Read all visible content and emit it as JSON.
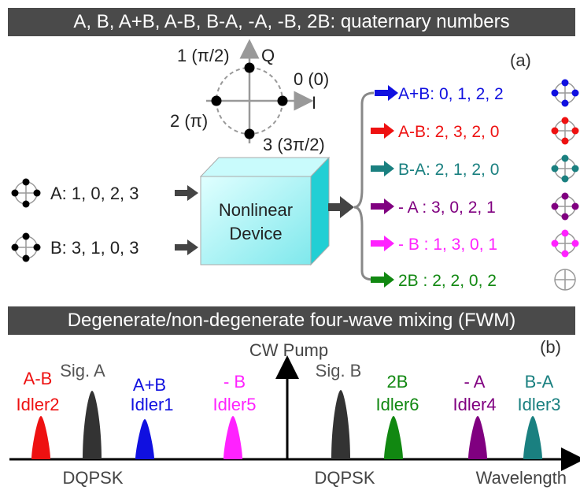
{
  "header_a": "A, B, A+B, A-B, B-A, -A, -B, 2B:  quaternary numbers",
  "header_b": "Degenerate/non-degenerate four-wave mixing (FWM)",
  "constellation": {
    "axis_i": "I",
    "axis_q": "Q",
    "p0": "0 (0)",
    "p1": "1 (π/2)",
    "p2": "2 (π)",
    "p3": "3 (3π/2)"
  },
  "panel_a_label": "(a)",
  "panel_b_label": "(b)",
  "inputs": [
    {
      "label": "A: 1, 0, 2, 3"
    },
    {
      "label": "B: 3, 1, 0, 3"
    }
  ],
  "device": {
    "line1": "Nonlinear",
    "line2": "Device"
  },
  "outputs": [
    {
      "label": "A+B: 0, 1, 2, 2",
      "color": "#1010e0"
    },
    {
      "label": "A-B: 2, 3, 2, 0",
      "color": "#ee1111"
    },
    {
      "label": "B-A: 2, 1, 2, 0",
      "color": "#1a8080"
    },
    {
      "label": "- A : 3, 0, 2, 1",
      "color": "#800080"
    },
    {
      "label": "- B : 1, 3, 0, 1",
      "color": "#ff22ff"
    },
    {
      "label": "2B : 2, 2, 0, 2",
      "color": "#118811"
    }
  ],
  "spectrum": {
    "pump_label": "CW Pump",
    "wavelength_label": "Wavelength",
    "lines": [
      {
        "top": "A-B",
        "bottom": "Idler2",
        "color": "#ee1111"
      },
      {
        "top": "Sig. A",
        "bottom": "",
        "color": "#333333"
      },
      {
        "top": "A+B",
        "bottom": "Idler1",
        "color": "#1010e0"
      },
      {
        "top": "- B",
        "bottom": "Idler5",
        "color": "#ff22ff"
      },
      {
        "top": "Sig. B",
        "bottom": "",
        "color": "#333333"
      },
      {
        "top": "2B",
        "bottom": "Idler6",
        "color": "#118811"
      },
      {
        "top": "- A",
        "bottom": "Idler4",
        "color": "#800080"
      },
      {
        "top": "B-A",
        "bottom": "Idler3",
        "color": "#1a8080"
      }
    ],
    "format_labels": [
      "DQPSK",
      "DQPSK"
    ]
  }
}
